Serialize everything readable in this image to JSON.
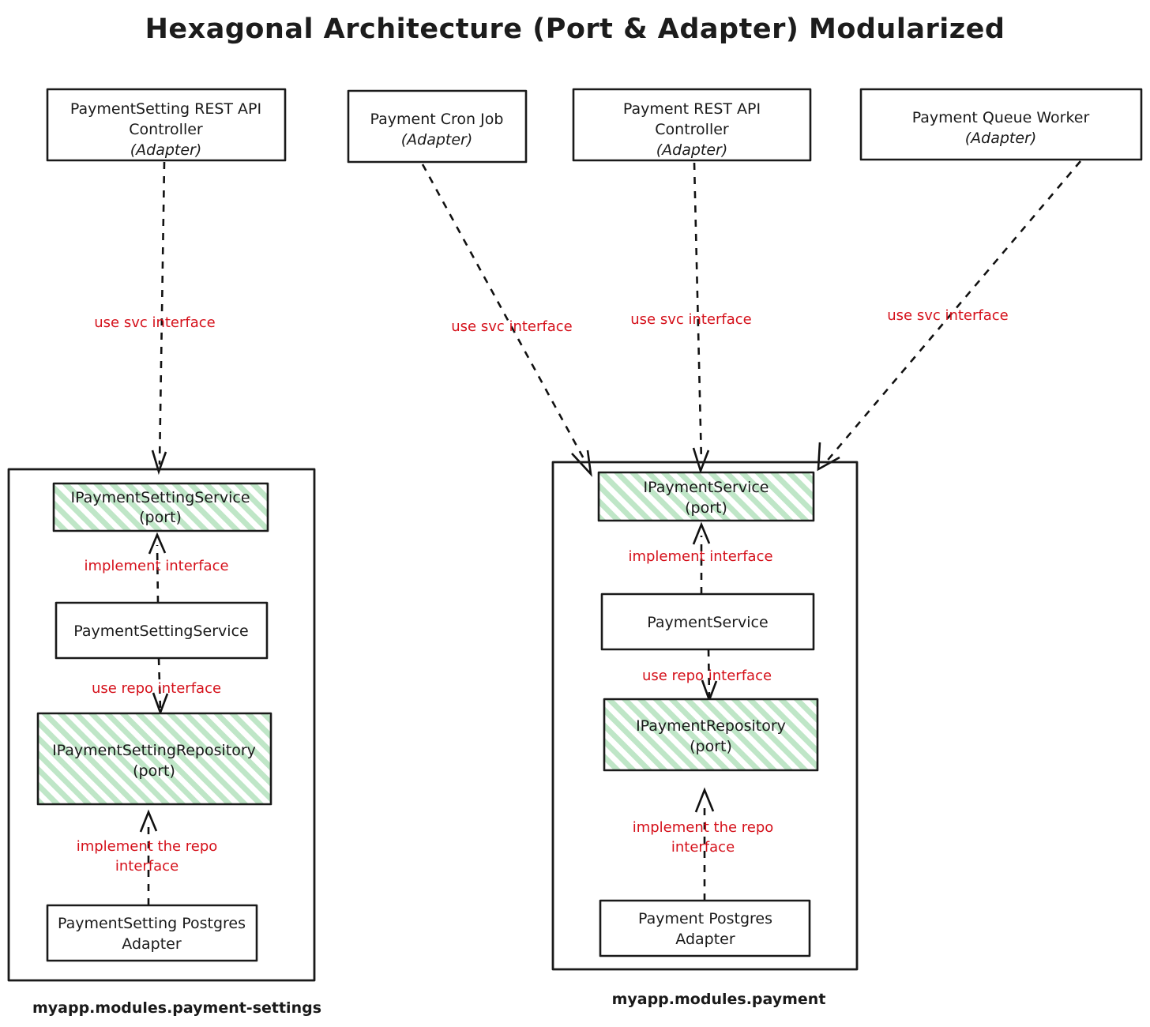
{
  "title": "Hexagonal Architecture  (Port & Adapter) Modularized",
  "colors": {
    "ink": "#1a1a1a",
    "edge_label_red": "#d5111b",
    "port_hatch_green": "#7ec98f",
    "background": "#ffffff"
  },
  "adapters": [
    {
      "id": "payment-setting-rest-api-controller",
      "lines": [
        "PaymentSetting REST API",
        "Controller",
        "(Adapter)"
      ],
      "italic_last": true
    },
    {
      "id": "payment-cron-job",
      "lines": [
        "Payment Cron Job",
        "(Adapter)"
      ],
      "italic_last": true
    },
    {
      "id": "payment-rest-api-controller",
      "lines": [
        "Payment REST API",
        "Controller",
        "(Adapter)"
      ],
      "italic_last": true
    },
    {
      "id": "payment-queue-worker",
      "lines": [
        "Payment Queue Worker",
        "(Adapter)"
      ],
      "italic_last": true
    }
  ],
  "modules": [
    {
      "id": "payment-settings-module",
      "caption": "myapp.modules.payment-settings",
      "nodes": [
        {
          "id": "ipaymentsettingservice-port",
          "lines": [
            "IPaymentSettingService",
            "(port)"
          ],
          "kind": "port"
        },
        {
          "id": "paymentsettingservice",
          "lines": [
            "PaymentSettingService"
          ],
          "kind": "class"
        },
        {
          "id": "ipaymentsettingrepository-port",
          "lines": [
            "IPaymentSettingRepository",
            "(port)"
          ],
          "kind": "port"
        },
        {
          "id": "paymentsetting-postgres-adapter",
          "lines": [
            "PaymentSetting Postgres",
            "Adapter"
          ],
          "kind": "class"
        }
      ],
      "internal_edges": [
        {
          "id": "edge-implement-interface-settings",
          "label": "implement interface"
        },
        {
          "id": "edge-use-repo-interface-settings",
          "label": "use repo interface"
        },
        {
          "id": "edge-implement-the-repo-interface-settings",
          "label_lines": [
            "implement the repo",
            "interface"
          ]
        }
      ]
    },
    {
      "id": "payment-module",
      "caption": "myapp.modules.payment",
      "nodes": [
        {
          "id": "ipaymentservice-port",
          "lines": [
            "IPaymentService",
            "(port)"
          ],
          "kind": "port"
        },
        {
          "id": "paymentservice",
          "lines": [
            "PaymentService"
          ],
          "kind": "class"
        },
        {
          "id": "ipaymentrepository-port",
          "lines": [
            "IPaymentRepository",
            "(port)"
          ],
          "kind": "port"
        },
        {
          "id": "payment-postgres-adapter",
          "lines": [
            "Payment Postgres",
            "Adapter"
          ],
          "kind": "class"
        }
      ],
      "internal_edges": [
        {
          "id": "edge-implement-interface-payment",
          "label": "implement interface"
        },
        {
          "id": "edge-use-repo-interface-payment",
          "label": "use repo interface"
        },
        {
          "id": "edge-implement-the-repo-interface-payment",
          "label_lines": [
            "implement the repo",
            "interface"
          ]
        }
      ]
    }
  ],
  "adapter_edges": [
    {
      "id": "edge-svc-settings-controller",
      "label": "use svc interface",
      "from": "payment-setting-rest-api-controller",
      "to": "ipaymentsettingservice-port"
    },
    {
      "id": "edge-svc-cron-job",
      "label": "use svc interface",
      "from": "payment-cron-job",
      "to": "ipaymentservice-port"
    },
    {
      "id": "edge-svc-payment-controller",
      "label": "use svc interface",
      "from": "payment-rest-api-controller",
      "to": "ipaymentservice-port"
    },
    {
      "id": "edge-svc-queue-worker",
      "label": "use svc interface",
      "from": "payment-queue-worker",
      "to": "ipaymentservice-port"
    }
  ],
  "labels": {
    "use_svc_interface": "use svc interface",
    "implement_interface": "implement interface",
    "use_repo_interface": "use repo interface",
    "implement_the_repo": "implement the repo",
    "interface": "interface"
  }
}
